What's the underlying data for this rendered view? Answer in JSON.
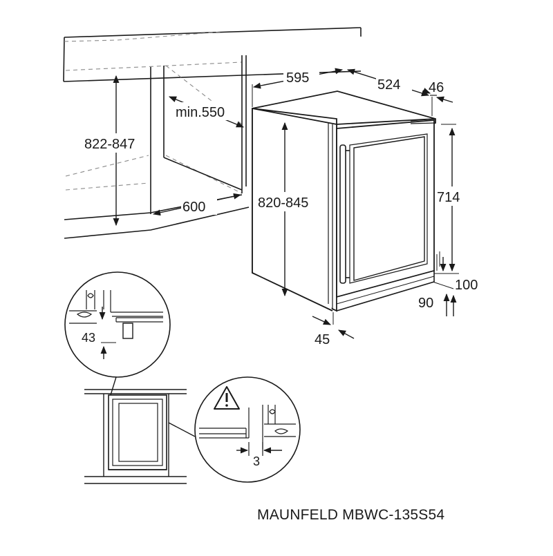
{
  "diagram": {
    "model_caption": "MAUNFELD MBWC-135S54",
    "dimensions": {
      "niche_height": "822-847",
      "niche_min_depth": "min.550",
      "niche_width": "600",
      "appliance_width": "595",
      "appliance_depth": "524",
      "door_thickness": "46",
      "appliance_height": "820-845",
      "door_height": "714",
      "plinth_100": "100",
      "plinth_90": "90",
      "side_offset": "45",
      "detail_gap": "43",
      "detail_clearance": "3"
    },
    "icons": [
      "warning-icon"
    ],
    "colors": {
      "line": "#1a1a1a",
      "hidden_line": "#8a8a8a",
      "background": "#ffffff"
    }
  }
}
